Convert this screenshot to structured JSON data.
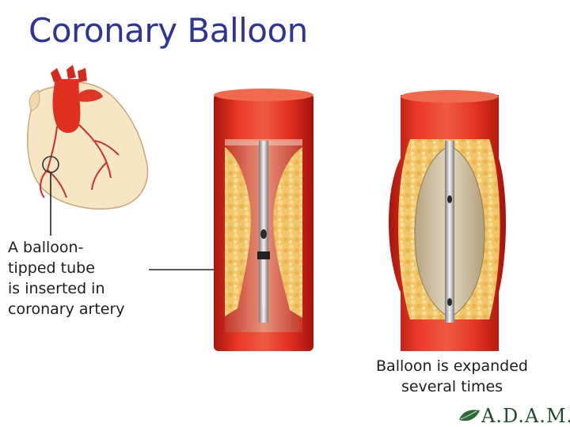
{
  "title": "Coronary Balloon",
  "left_caption": {
    "lines": [
      "A balloon-",
      "tipped tube",
      "is inserted in",
      "coronary artery"
    ]
  },
  "right_caption": {
    "lines": [
      "Balloon is expanded",
      "several times"
    ]
  },
  "logo": {
    "text": "A.D.A.M.",
    "icon": "leaf-icon"
  },
  "colors": {
    "title": "#2e3592",
    "artery": "#d8261c",
    "plaque": "#f2c668",
    "balloon": "#d2c3a6",
    "heart": "#f7e6c4"
  }
}
